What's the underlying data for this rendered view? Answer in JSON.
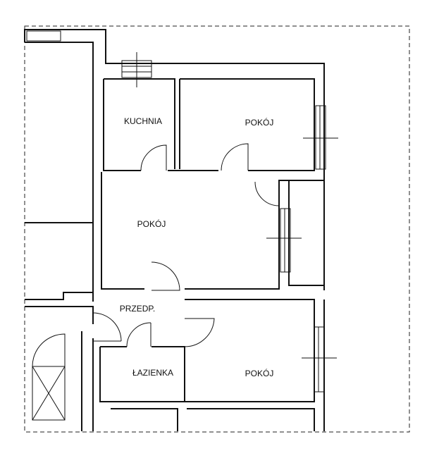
{
  "labels": {
    "kitchen": "KUCHNIA",
    "room_top": "POKÓJ",
    "room_middle": "POKÓJ",
    "hall": "PRZEDP.",
    "bathroom": "ŁAZIENKA",
    "room_bottom": "POKÓJ"
  },
  "colors": {
    "line": "#111111",
    "background": "#ffffff"
  }
}
